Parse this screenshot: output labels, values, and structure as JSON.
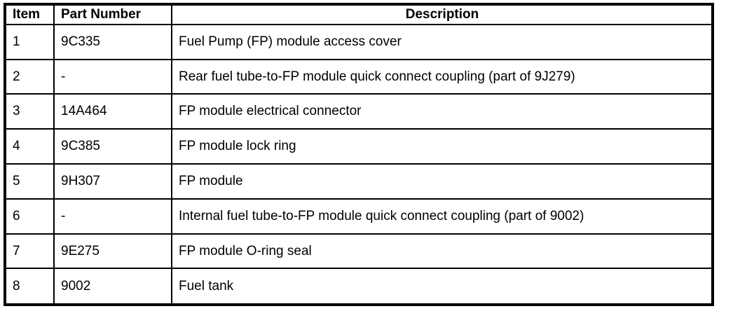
{
  "table": {
    "columns": [
      {
        "key": "item",
        "label": "Item"
      },
      {
        "key": "part_number",
        "label": "Part Number"
      },
      {
        "key": "description",
        "label": "Description"
      }
    ],
    "rows": [
      {
        "item": "1",
        "part_number": "9C335",
        "description": "Fuel Pump (FP) module access cover"
      },
      {
        "item": "2",
        "part_number": "-",
        "description": "Rear fuel tube-to-FP module quick connect coupling (part of 9J279)"
      },
      {
        "item": "3",
        "part_number": "14A464",
        "description": "FP module electrical connector"
      },
      {
        "item": "4",
        "part_number": "9C385",
        "description": "FP module lock ring"
      },
      {
        "item": "5",
        "part_number": "9H307",
        "description": "FP module"
      },
      {
        "item": "6",
        "part_number": "-",
        "description": "Internal fuel tube-to-FP module quick connect coupling (part of 9002)"
      },
      {
        "item": "7",
        "part_number": "9E275",
        "description": "FP module O-ring seal"
      },
      {
        "item": "8",
        "part_number": "9002",
        "description": "Fuel tank"
      }
    ],
    "colors": {
      "border": "#000000",
      "text": "#000000",
      "background": "#ffffff"
    }
  }
}
